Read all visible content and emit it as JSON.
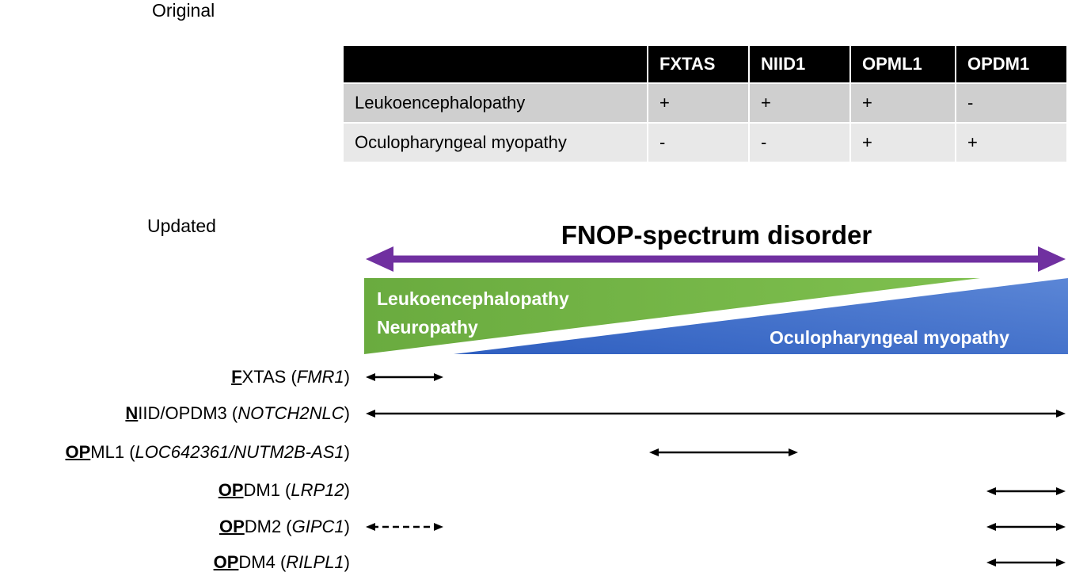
{
  "sections": {
    "original_label": "Original",
    "updated_label": "Updated"
  },
  "table": {
    "columns": [
      "",
      "FXTAS",
      "NIID1",
      "OPML1",
      "OPDM1"
    ],
    "rows": [
      {
        "label": "Leukoencephalopathy",
        "values": [
          "+",
          "+",
          "+",
          "-"
        ]
      },
      {
        "label": "Oculopharyngeal myopathy",
        "values": [
          "-",
          "-",
          "+",
          "+"
        ]
      }
    ]
  },
  "spectrum": {
    "title": "FNOP-spectrum disorder",
    "green_label_1": "Leukoencephalopathy",
    "green_label_2": "Neuropathy",
    "blue_label": "Oculopharyngeal myopathy",
    "colors": {
      "arrow": "#7030a0",
      "green": "#70ad47",
      "blue": "#4472c4"
    }
  },
  "disorders": [
    {
      "prefix": "F",
      "rest": "XTAS (",
      "gene": "FMR1",
      "suffix": ")"
    },
    {
      "prefix": "N",
      "rest": "IID/OPDM3 (",
      "gene": "NOTCH2NLC",
      "suffix": ")"
    },
    {
      "prefix": "OP",
      "rest": "ML1 (",
      "gene": "LOC642361/NUTM2B-AS1",
      "suffix": ")"
    },
    {
      "prefix": "OP",
      "rest": "DM1 (",
      "gene": "LRP12",
      "suffix": ")"
    },
    {
      "prefix": "OP",
      "rest": "DM2 (",
      "gene": "GIPC1",
      "suffix": ")"
    },
    {
      "prefix": "OP",
      "rest": "DM4 (",
      "gene": "RILPL1",
      "suffix": ")"
    }
  ]
}
